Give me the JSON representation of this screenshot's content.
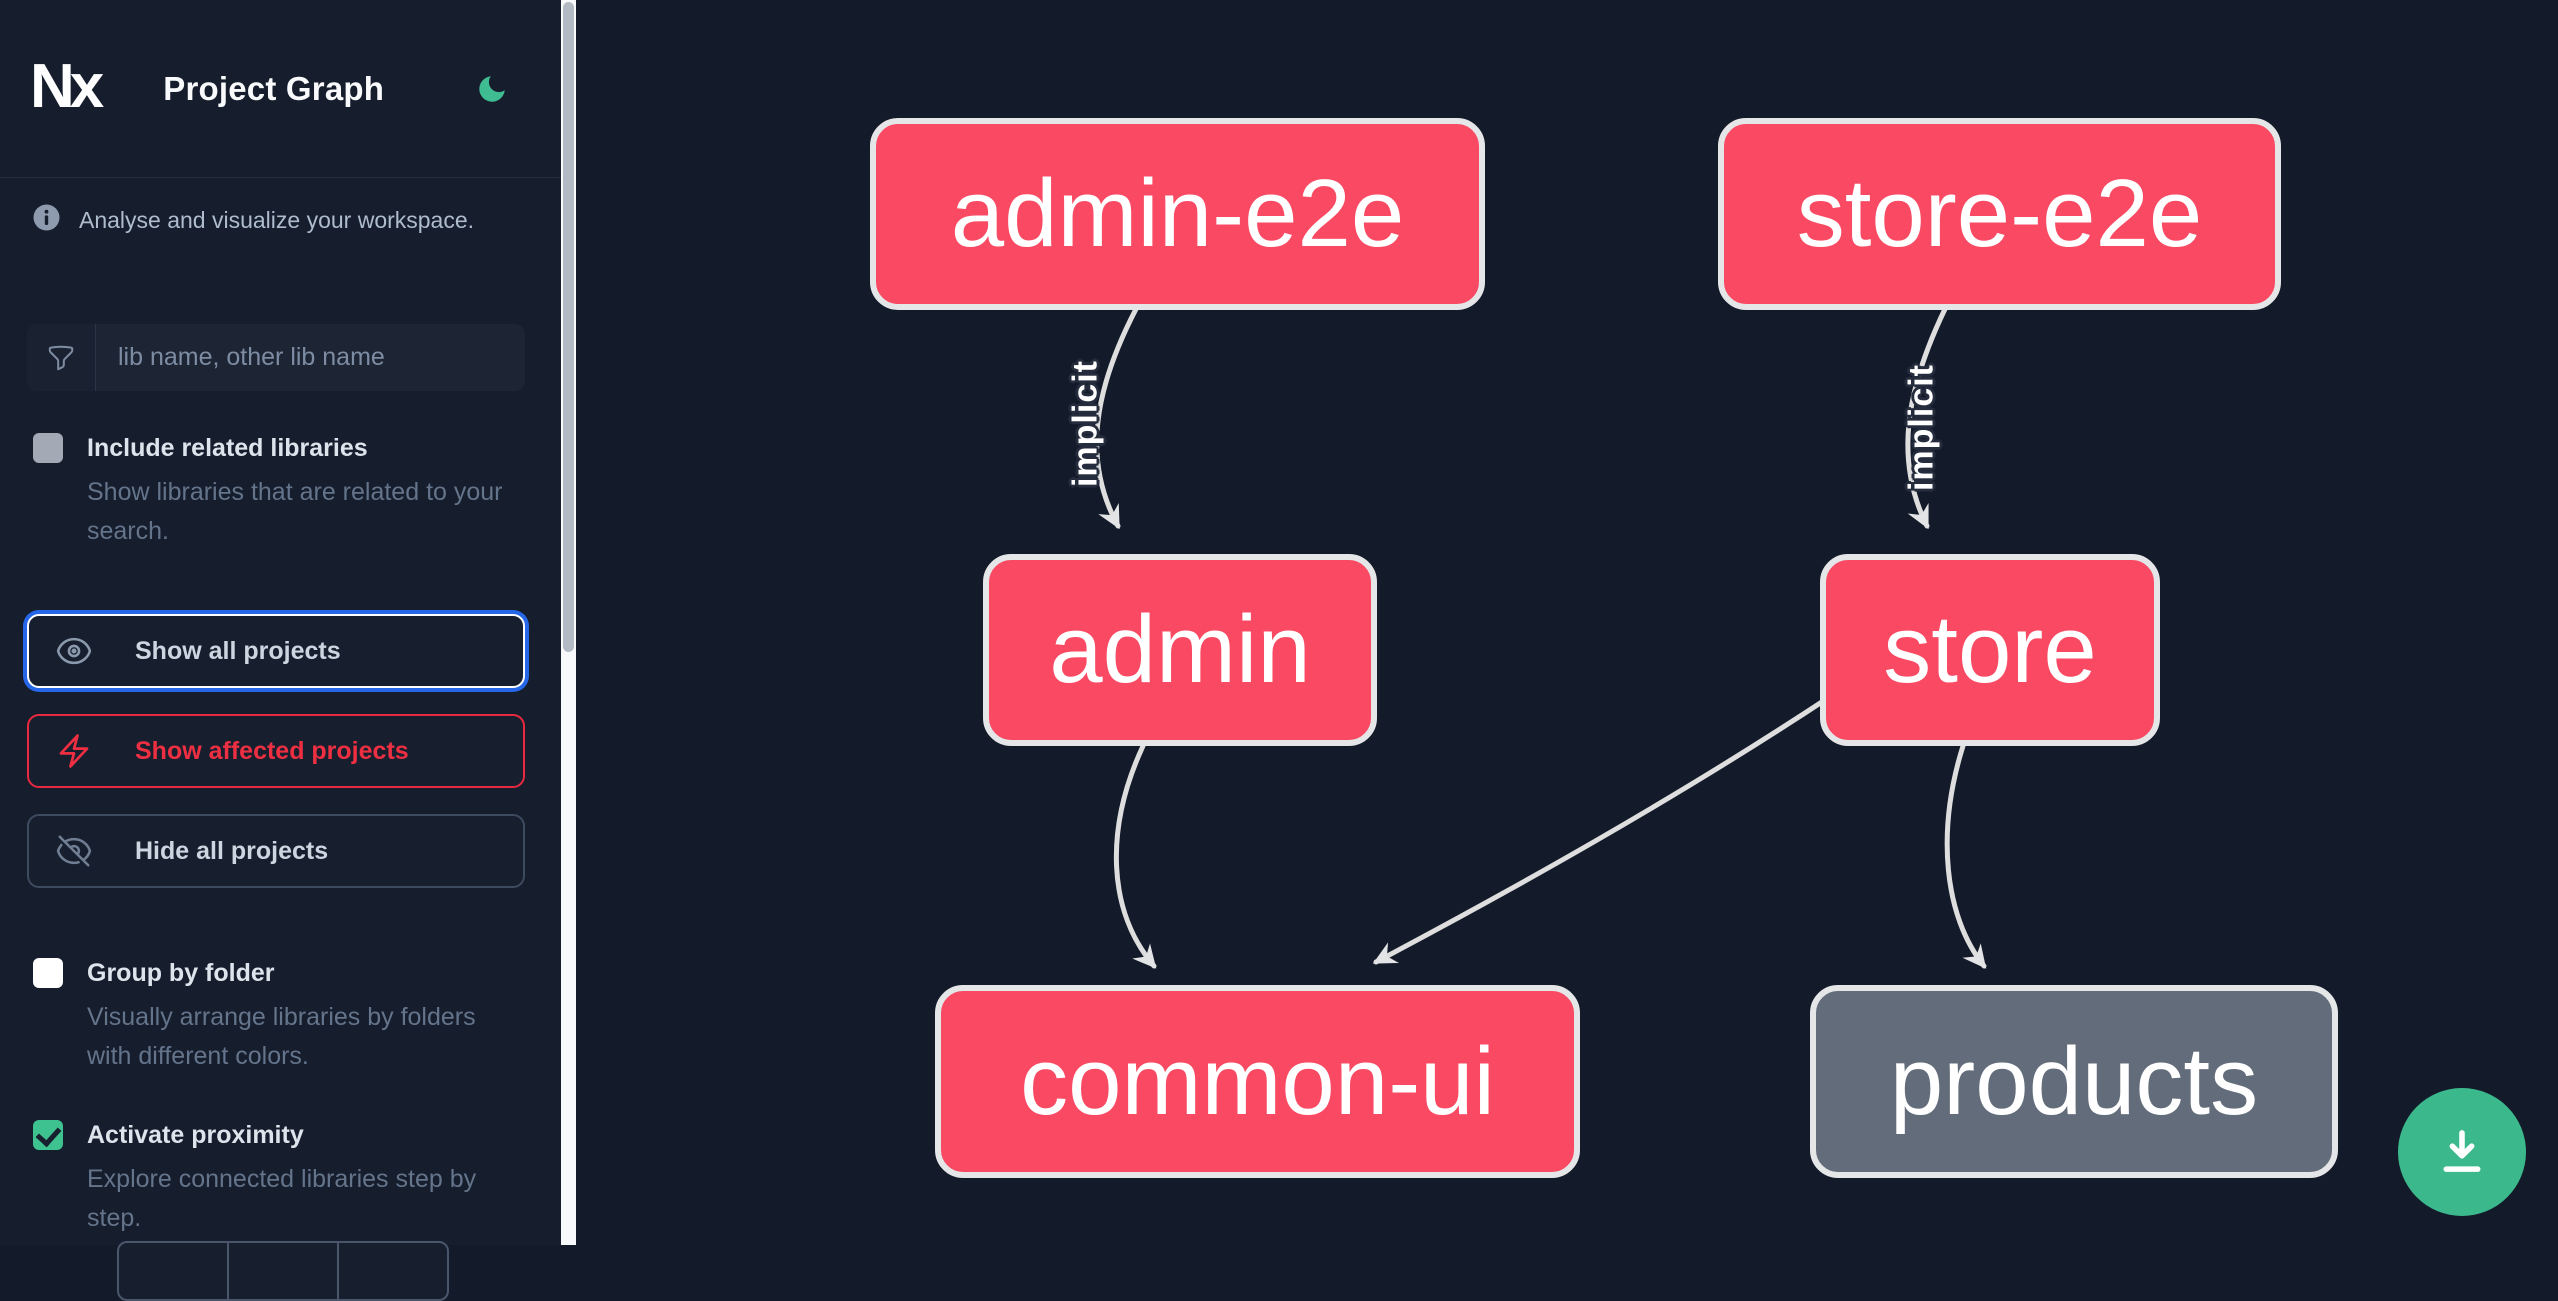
{
  "header": {
    "logo_text": "Nx",
    "title": "Project Graph"
  },
  "sidebar": {
    "info_text": "Analyse and visualize your workspace.",
    "search_placeholder": "lib name, other lib name",
    "options": [
      {
        "label": "Include related libraries",
        "description": "Show libraries that are related to your search.",
        "checked": false
      },
      {
        "label": "Group by folder",
        "description": "Visually arrange libraries by folders with different colors.",
        "checked": false
      },
      {
        "label": "Activate proximity",
        "description": "Explore connected libraries step by step.",
        "checked": true
      }
    ],
    "actions": [
      {
        "label": "Show all projects",
        "icon": "eye-icon",
        "state": "focused"
      },
      {
        "label": "Show affected projects",
        "icon": "bolt-icon",
        "state": "affected"
      },
      {
        "label": "Hide all projects",
        "icon": "eye-slash-icon",
        "state": "default"
      }
    ]
  },
  "graph": {
    "nodes": [
      {
        "id": "admin-e2e",
        "label": "admin-e2e",
        "color": "pink"
      },
      {
        "id": "store-e2e",
        "label": "store-e2e",
        "color": "pink"
      },
      {
        "id": "admin",
        "label": "admin",
        "color": "pink"
      },
      {
        "id": "store",
        "label": "store",
        "color": "pink"
      },
      {
        "id": "common-ui",
        "label": "common-ui",
        "color": "pink"
      },
      {
        "id": "products",
        "label": "products",
        "color": "gray"
      }
    ],
    "edges": [
      {
        "source": "admin-e2e",
        "target": "admin",
        "label": "implicit"
      },
      {
        "source": "store-e2e",
        "target": "store",
        "label": "implicit"
      },
      {
        "source": "admin",
        "target": "common-ui",
        "label": ""
      },
      {
        "source": "store",
        "target": "common-ui",
        "label": ""
      },
      {
        "source": "store",
        "target": "products",
        "label": ""
      }
    ]
  },
  "fab": {
    "icon": "download-icon"
  },
  "colors": {
    "node_pink": "#f94963",
    "node_gray": "#636c7a",
    "node_border": "#e5e6e8",
    "edge": "#dedede",
    "accent_green": "#3cb98c",
    "affected_red": "#ee2f42",
    "focus_blue": "#2567e8",
    "sidebar_bg": "#161d2d",
    "canvas_bg": "#131a29"
  }
}
